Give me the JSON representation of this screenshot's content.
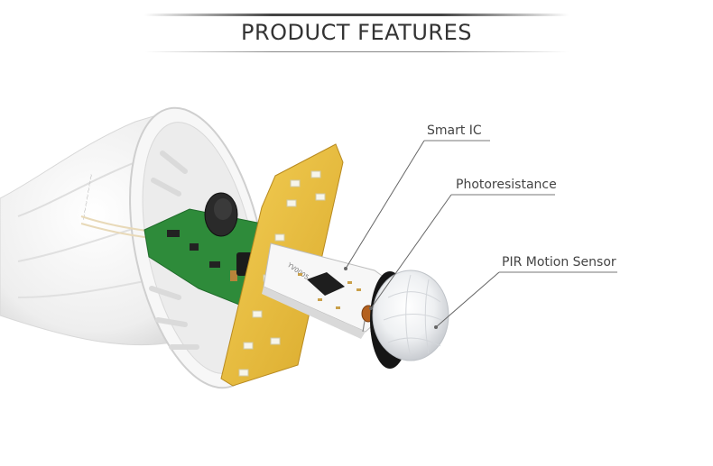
{
  "header": {
    "title": "PRODUCT FEATURES"
  },
  "callouts": {
    "smart_ic": "Smart IC",
    "photoresistance": "Photoresistance",
    "pir_sensor": "PIR Motion Sensor"
  },
  "pcb_text": "YV0005"
}
